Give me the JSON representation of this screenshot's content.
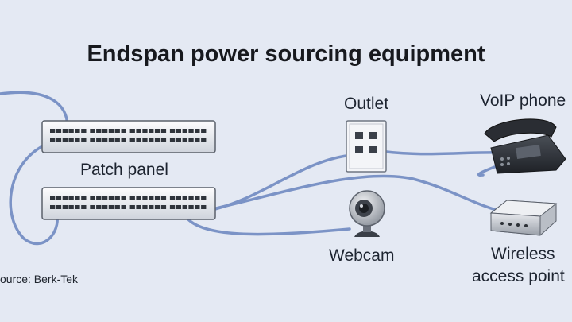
{
  "diagram": {
    "title": "Endspan power sourcing equipment",
    "labels": {
      "patch_panel": "Patch panel",
      "outlet": "Outlet",
      "voip_phone": "VoIP phone",
      "webcam": "Webcam",
      "wireless_line1": "Wireless",
      "wireless_line2": "access point",
      "source": "ource: Berk-Tek"
    }
  },
  "colors": {
    "background": "#e4e9f3",
    "cable": "#7b93c6",
    "panel_face": "#f7f8fa",
    "device_dark": "#2c3036"
  }
}
